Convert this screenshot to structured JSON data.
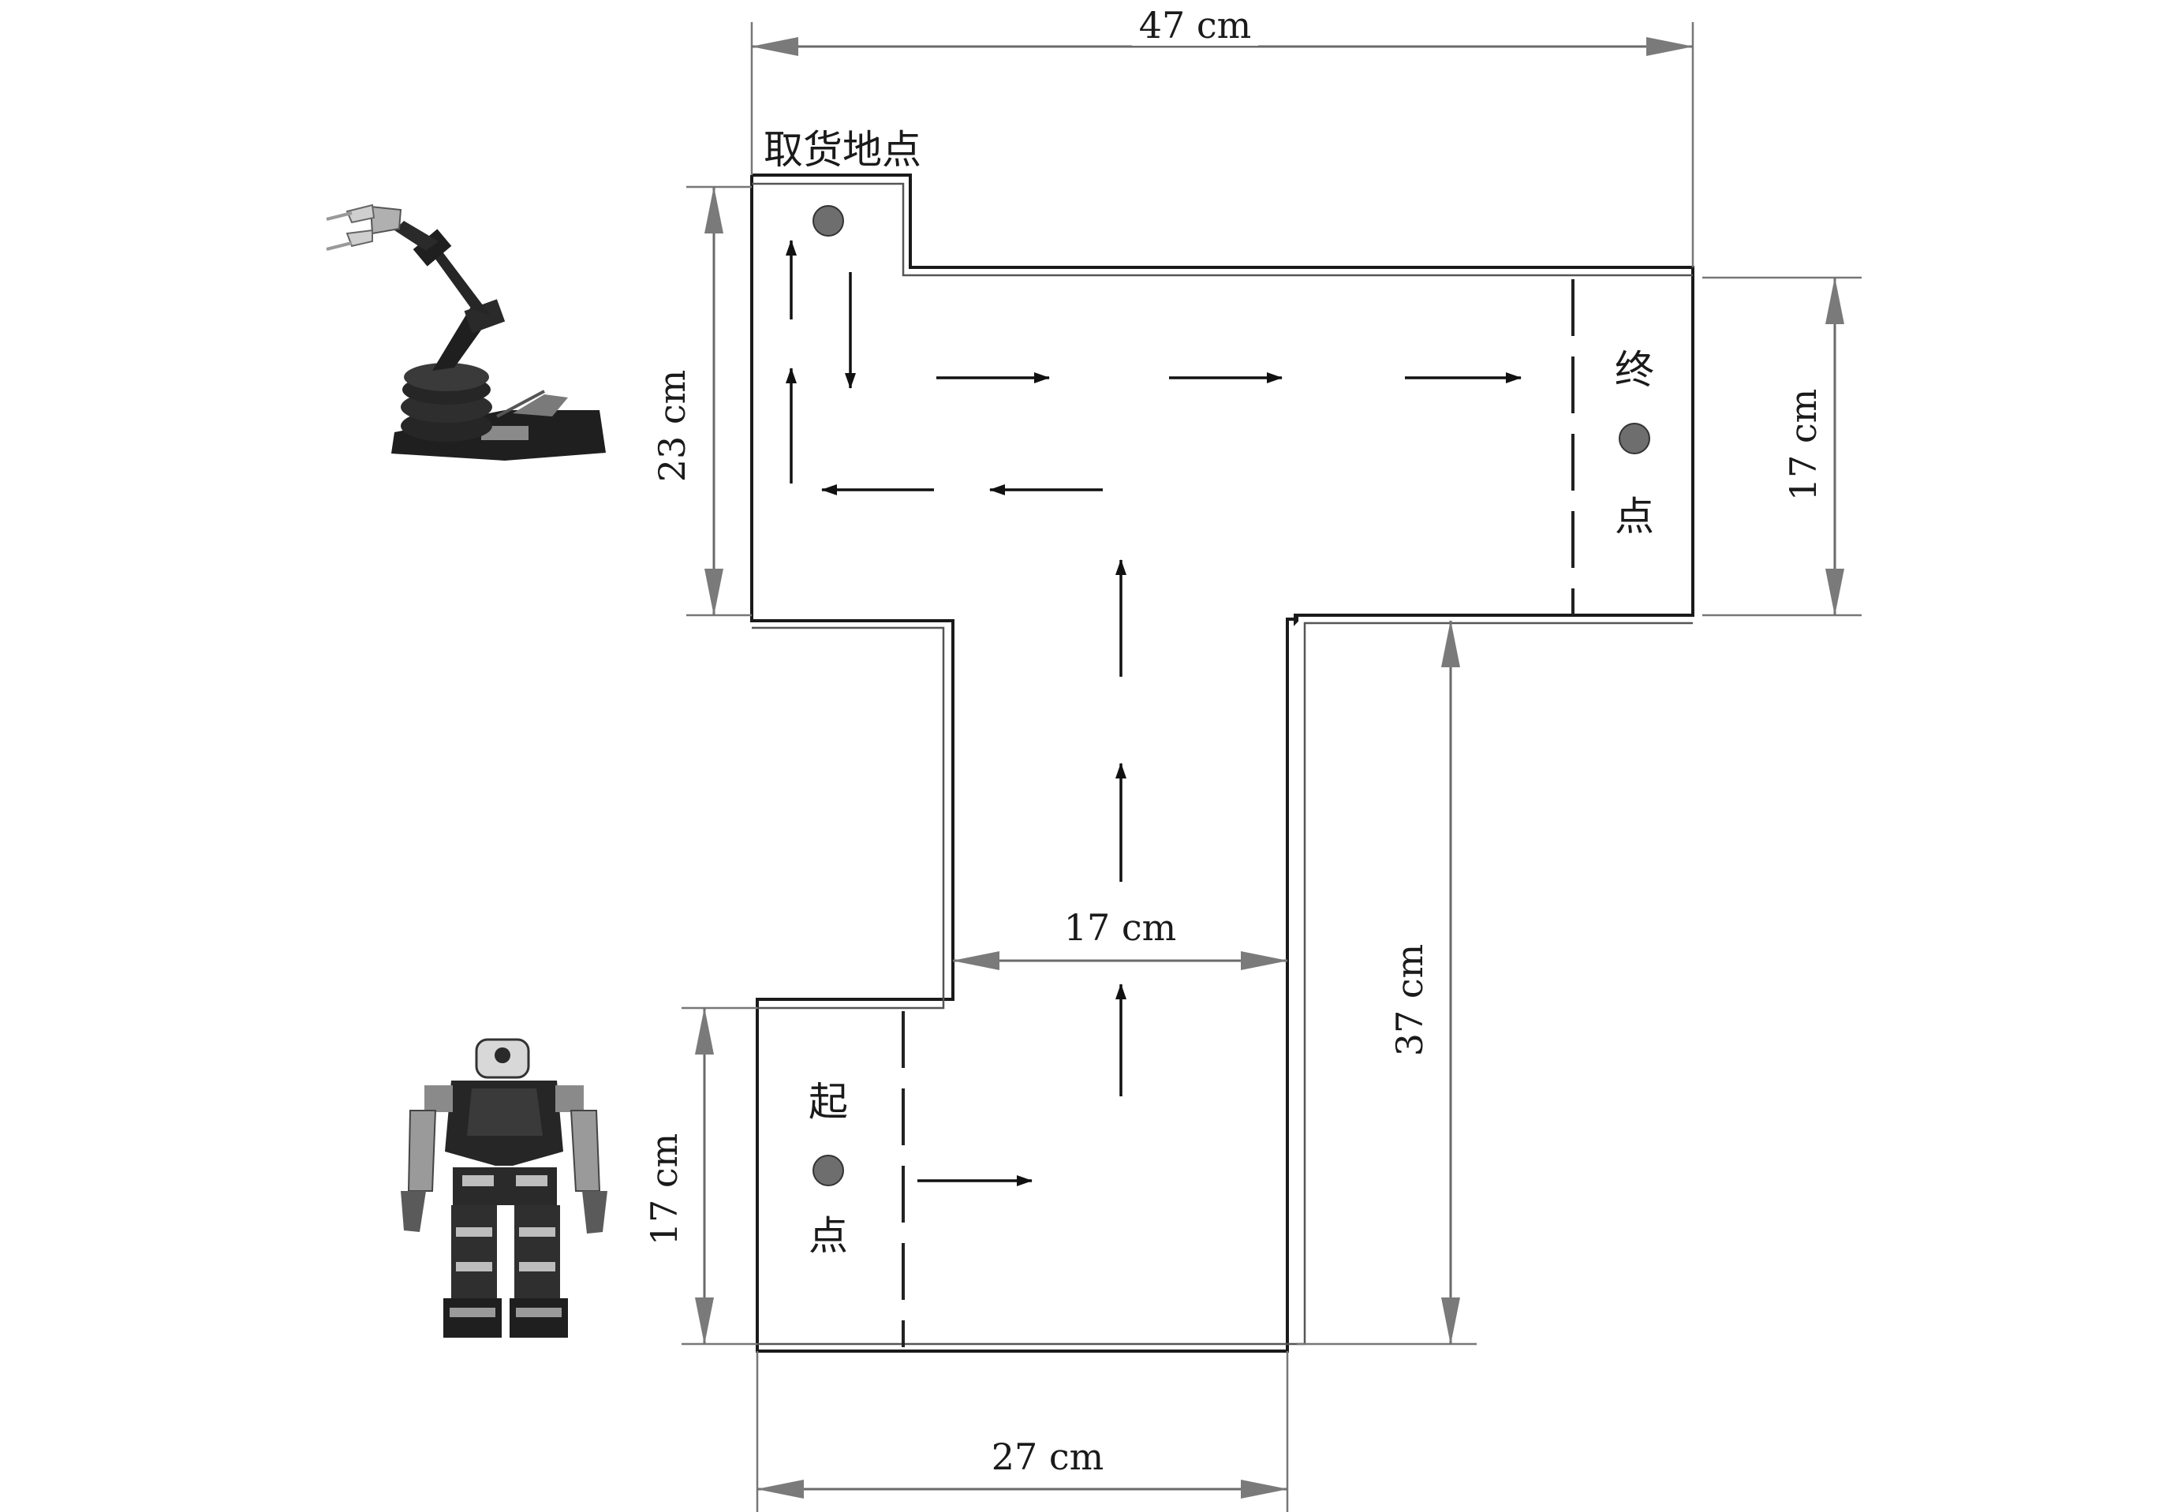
{
  "labels": {
    "top_width": "47 cm",
    "left_height": "23 cm",
    "right_height": "17 cm",
    "mid_width": "17 cm",
    "right_lower_height": "37 cm",
    "bottom_left_height": "17 cm",
    "bottom_width": "27 cm",
    "pickup": "取货地点",
    "end_1": "终",
    "end_2": "点",
    "start_1": "起",
    "start_2": "点"
  },
  "colors": {
    "wall": "#1a1a1a",
    "dimension": "#6a6a6a",
    "marker": "#6e6e6e",
    "arrow": "#111111"
  },
  "icons": {
    "robot_arm": "robot-arm-icon",
    "humanoid_robot": "humanoid-robot-icon"
  }
}
